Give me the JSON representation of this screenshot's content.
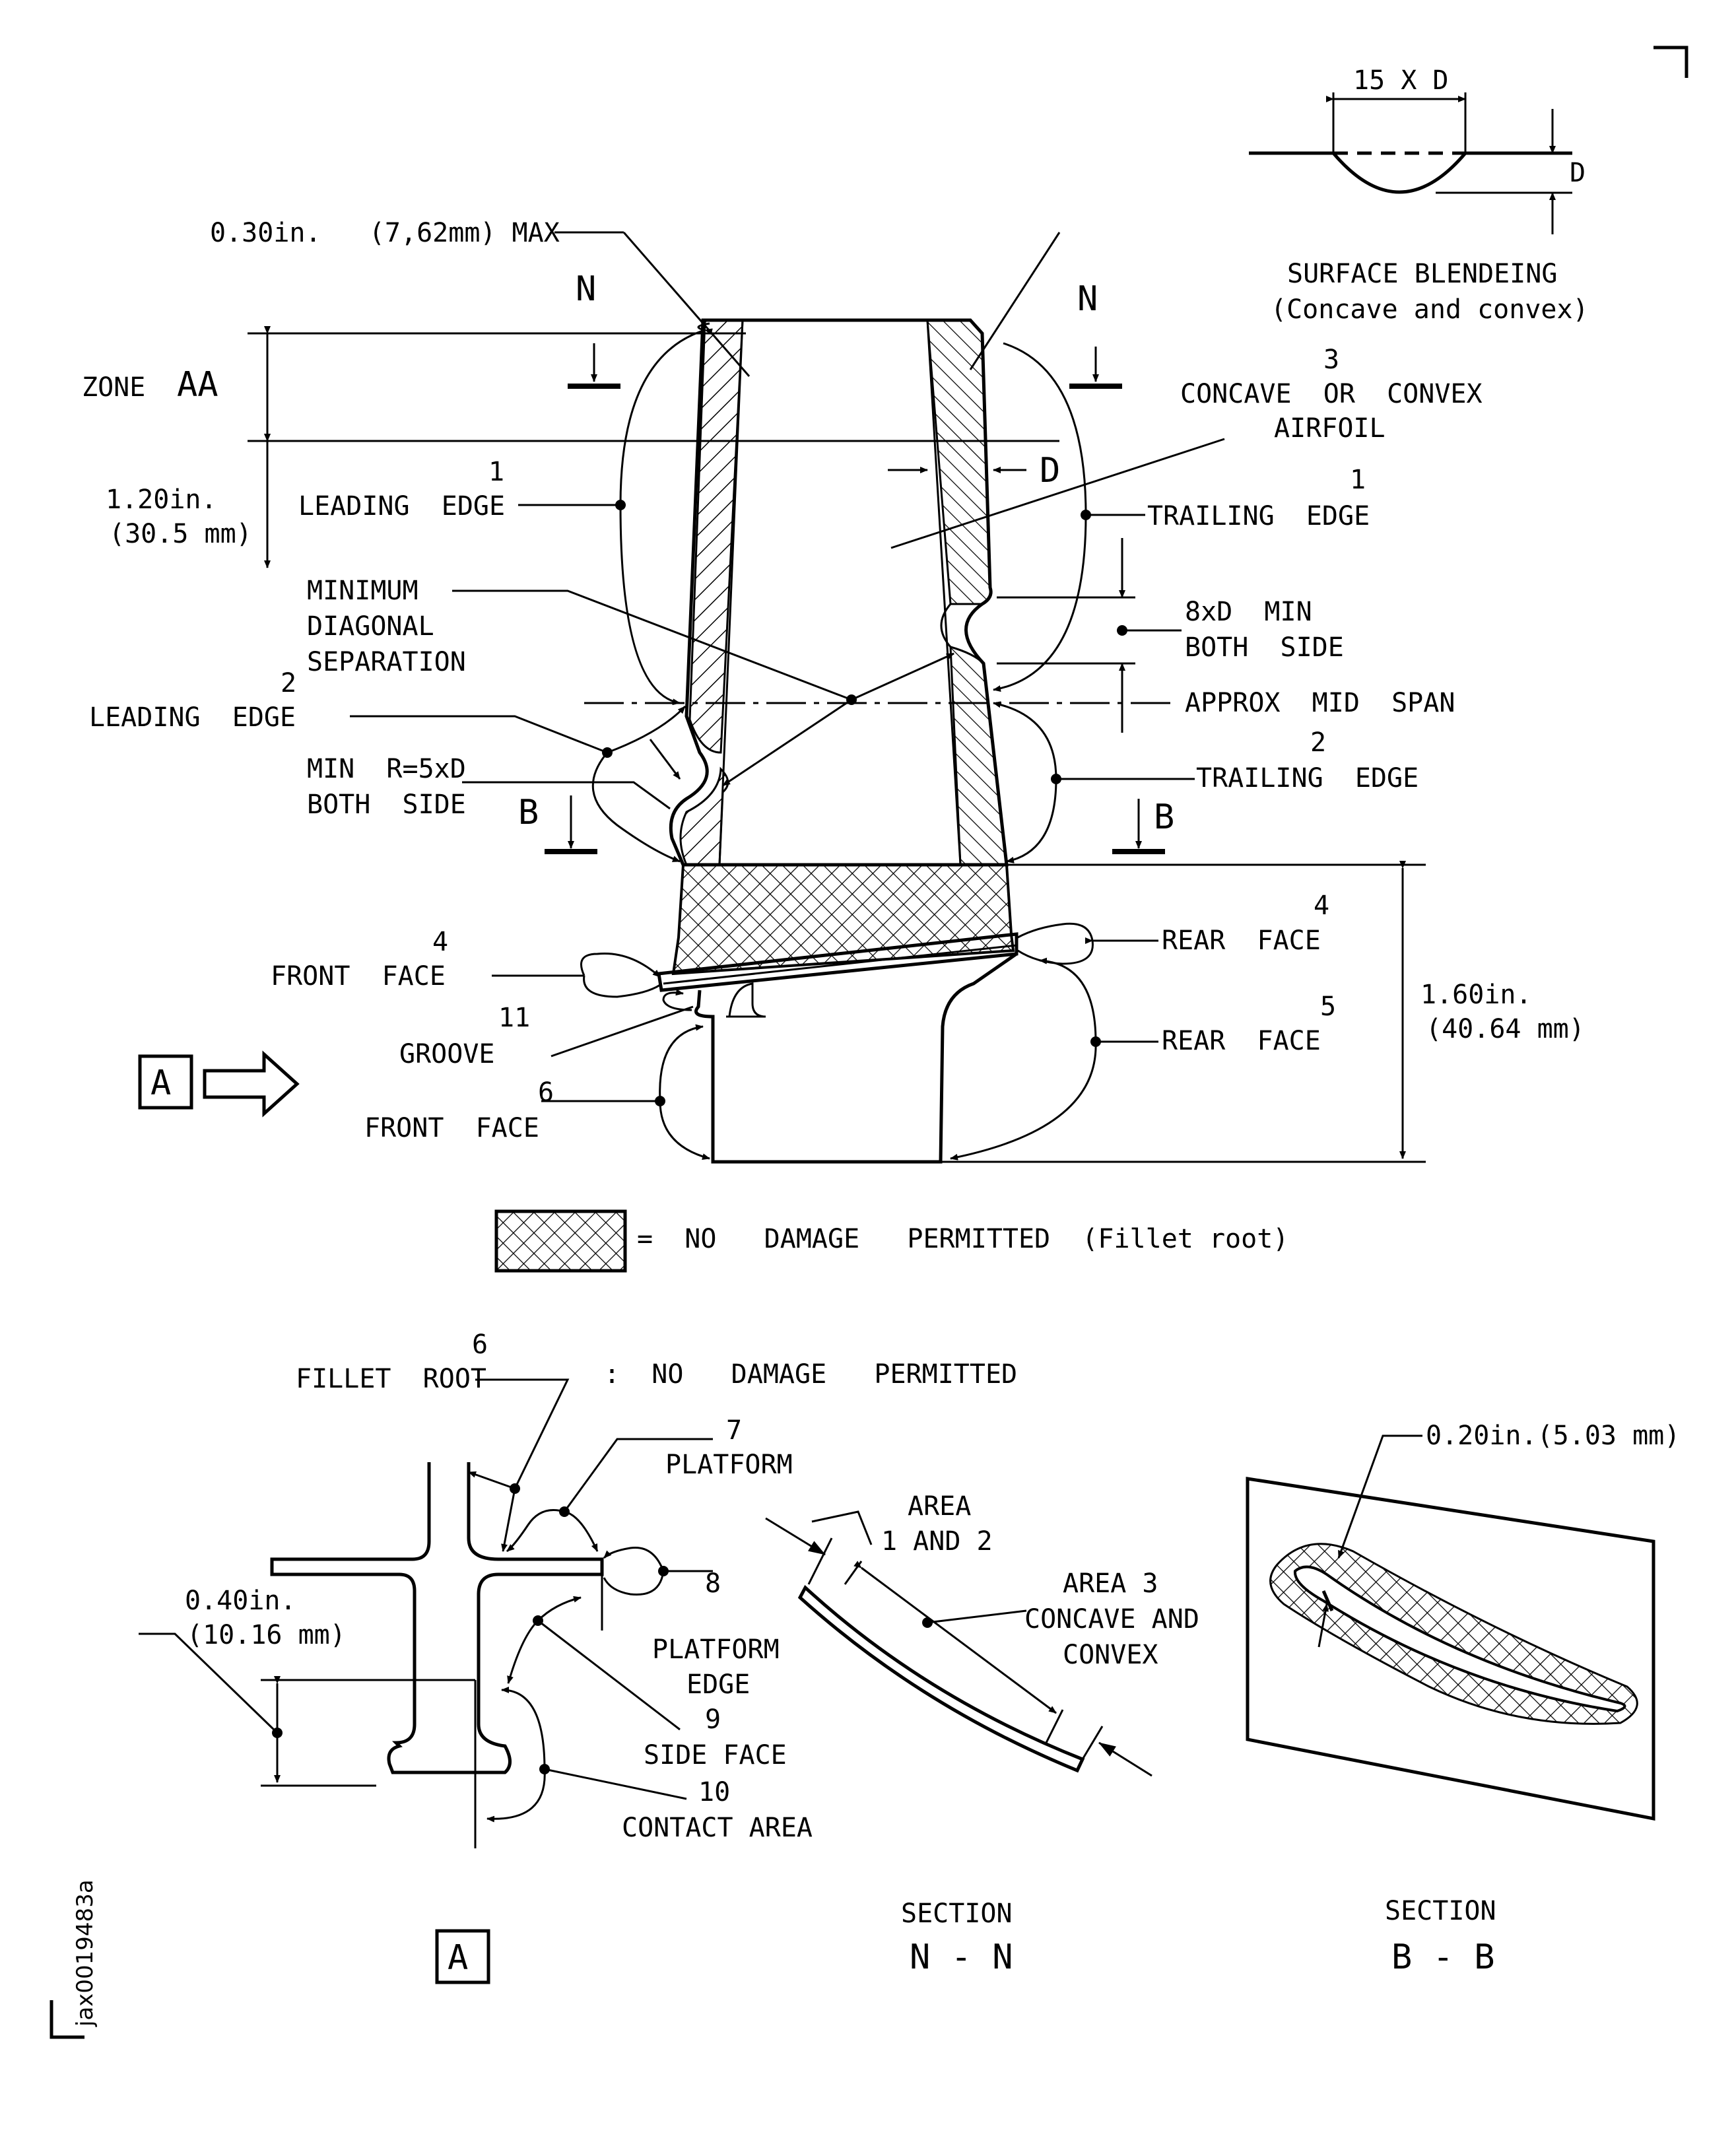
{
  "surface_blend": {
    "dim_top": "15 X D",
    "dim_depth": "D",
    "title_line1": "SURFACE BLENDEING",
    "title_line2": "(Concave and convex)"
  },
  "top_view": {
    "max_label": "0.30in.   (7,62mm) MAX",
    "zone_label": "ZONE",
    "zone_id": "AA",
    "dim_120_line1": "1.20in.",
    "dim_120_line2": "(30.5 mm)",
    "section_mark_n": "N",
    "section_mark_b": "B",
    "d_label": "D",
    "area3_num": "3",
    "area3_line1": "CONCAVE  OR  CONVEX",
    "area3_line2": "AIRFOIL",
    "le1_num": "1",
    "le1_label": "LEADING  EDGE",
    "te1_num": "1",
    "te1_label": "TRAILING  EDGE",
    "min_diag_line1": "MINIMUM",
    "min_diag_line2": "DIAGONAL",
    "min_diag_line3": "SEPARATION",
    "sep_line1": "8xD  MIN",
    "sep_line2": "BOTH  SIDE",
    "mid_span": "APPROX  MID  SPAN",
    "le2_num": "2",
    "le2_label": "LEADING  EDGE",
    "te2_num": "2",
    "te2_label": "TRAILING  EDGE",
    "minr_line1": "MIN  R=5xD",
    "minr_line2": "BOTH  SIDE",
    "ff4_num": "4",
    "ff4_label": "FRONT  FACE",
    "rf4_num": "4",
    "rf4_label": "REAR  FACE",
    "groove_num": "11",
    "groove_label": "GROOVE",
    "rf5_num": "5",
    "rf5_label": "REAR  FACE",
    "ff6_num": "6",
    "ff6_label": "FRONT  FACE",
    "dim_160_line1": "1.60in.",
    "dim_160_line2": "(40.64 mm)",
    "view_a": "A"
  },
  "legend": {
    "text": "=  NO   DAMAGE   PERMITTED  (Fillet root)"
  },
  "view_a_detail": {
    "fillet_num": "6",
    "fillet_label": "FILLET  ROOT",
    "no_damage": ":  NO   DAMAGE   PERMITTED",
    "platform_num": "7",
    "platform_label": "PLATFORM",
    "pe_num": "8",
    "pe_line1": "PLATFORM",
    "pe_line2": "EDGE",
    "side_num": "9",
    "side_label": "SIDE FACE",
    "contact_num": "10",
    "contact_label": "CONTACT AREA",
    "dim_040_line1": "0.40in.",
    "dim_040_line2": "(10.16 mm)",
    "caption": "A"
  },
  "section_nn": {
    "area12_line1": "AREA",
    "area12_line2": "1 AND 2",
    "area3_line1": "AREA 3",
    "area3_line2": "CONCAVE AND",
    "area3_line3": "CONVEX",
    "caption_line1": "SECTION",
    "caption_line2": "N - N"
  },
  "section_bb": {
    "dim_label": "0.20in.(5.03 mm)",
    "caption_line1": "SECTION",
    "caption_line2": "B - B"
  },
  "figure_id": "jax0019483a"
}
